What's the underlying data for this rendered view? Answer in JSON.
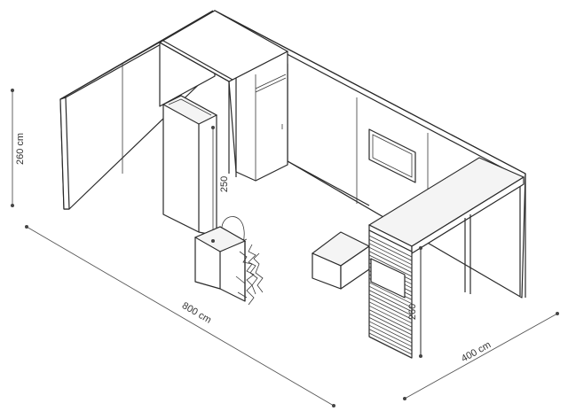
{
  "dimensions": {
    "total_height": "260 cm",
    "length": "800 cm",
    "depth": "400 cm",
    "storage_height": "250",
    "counter_height": "260"
  }
}
